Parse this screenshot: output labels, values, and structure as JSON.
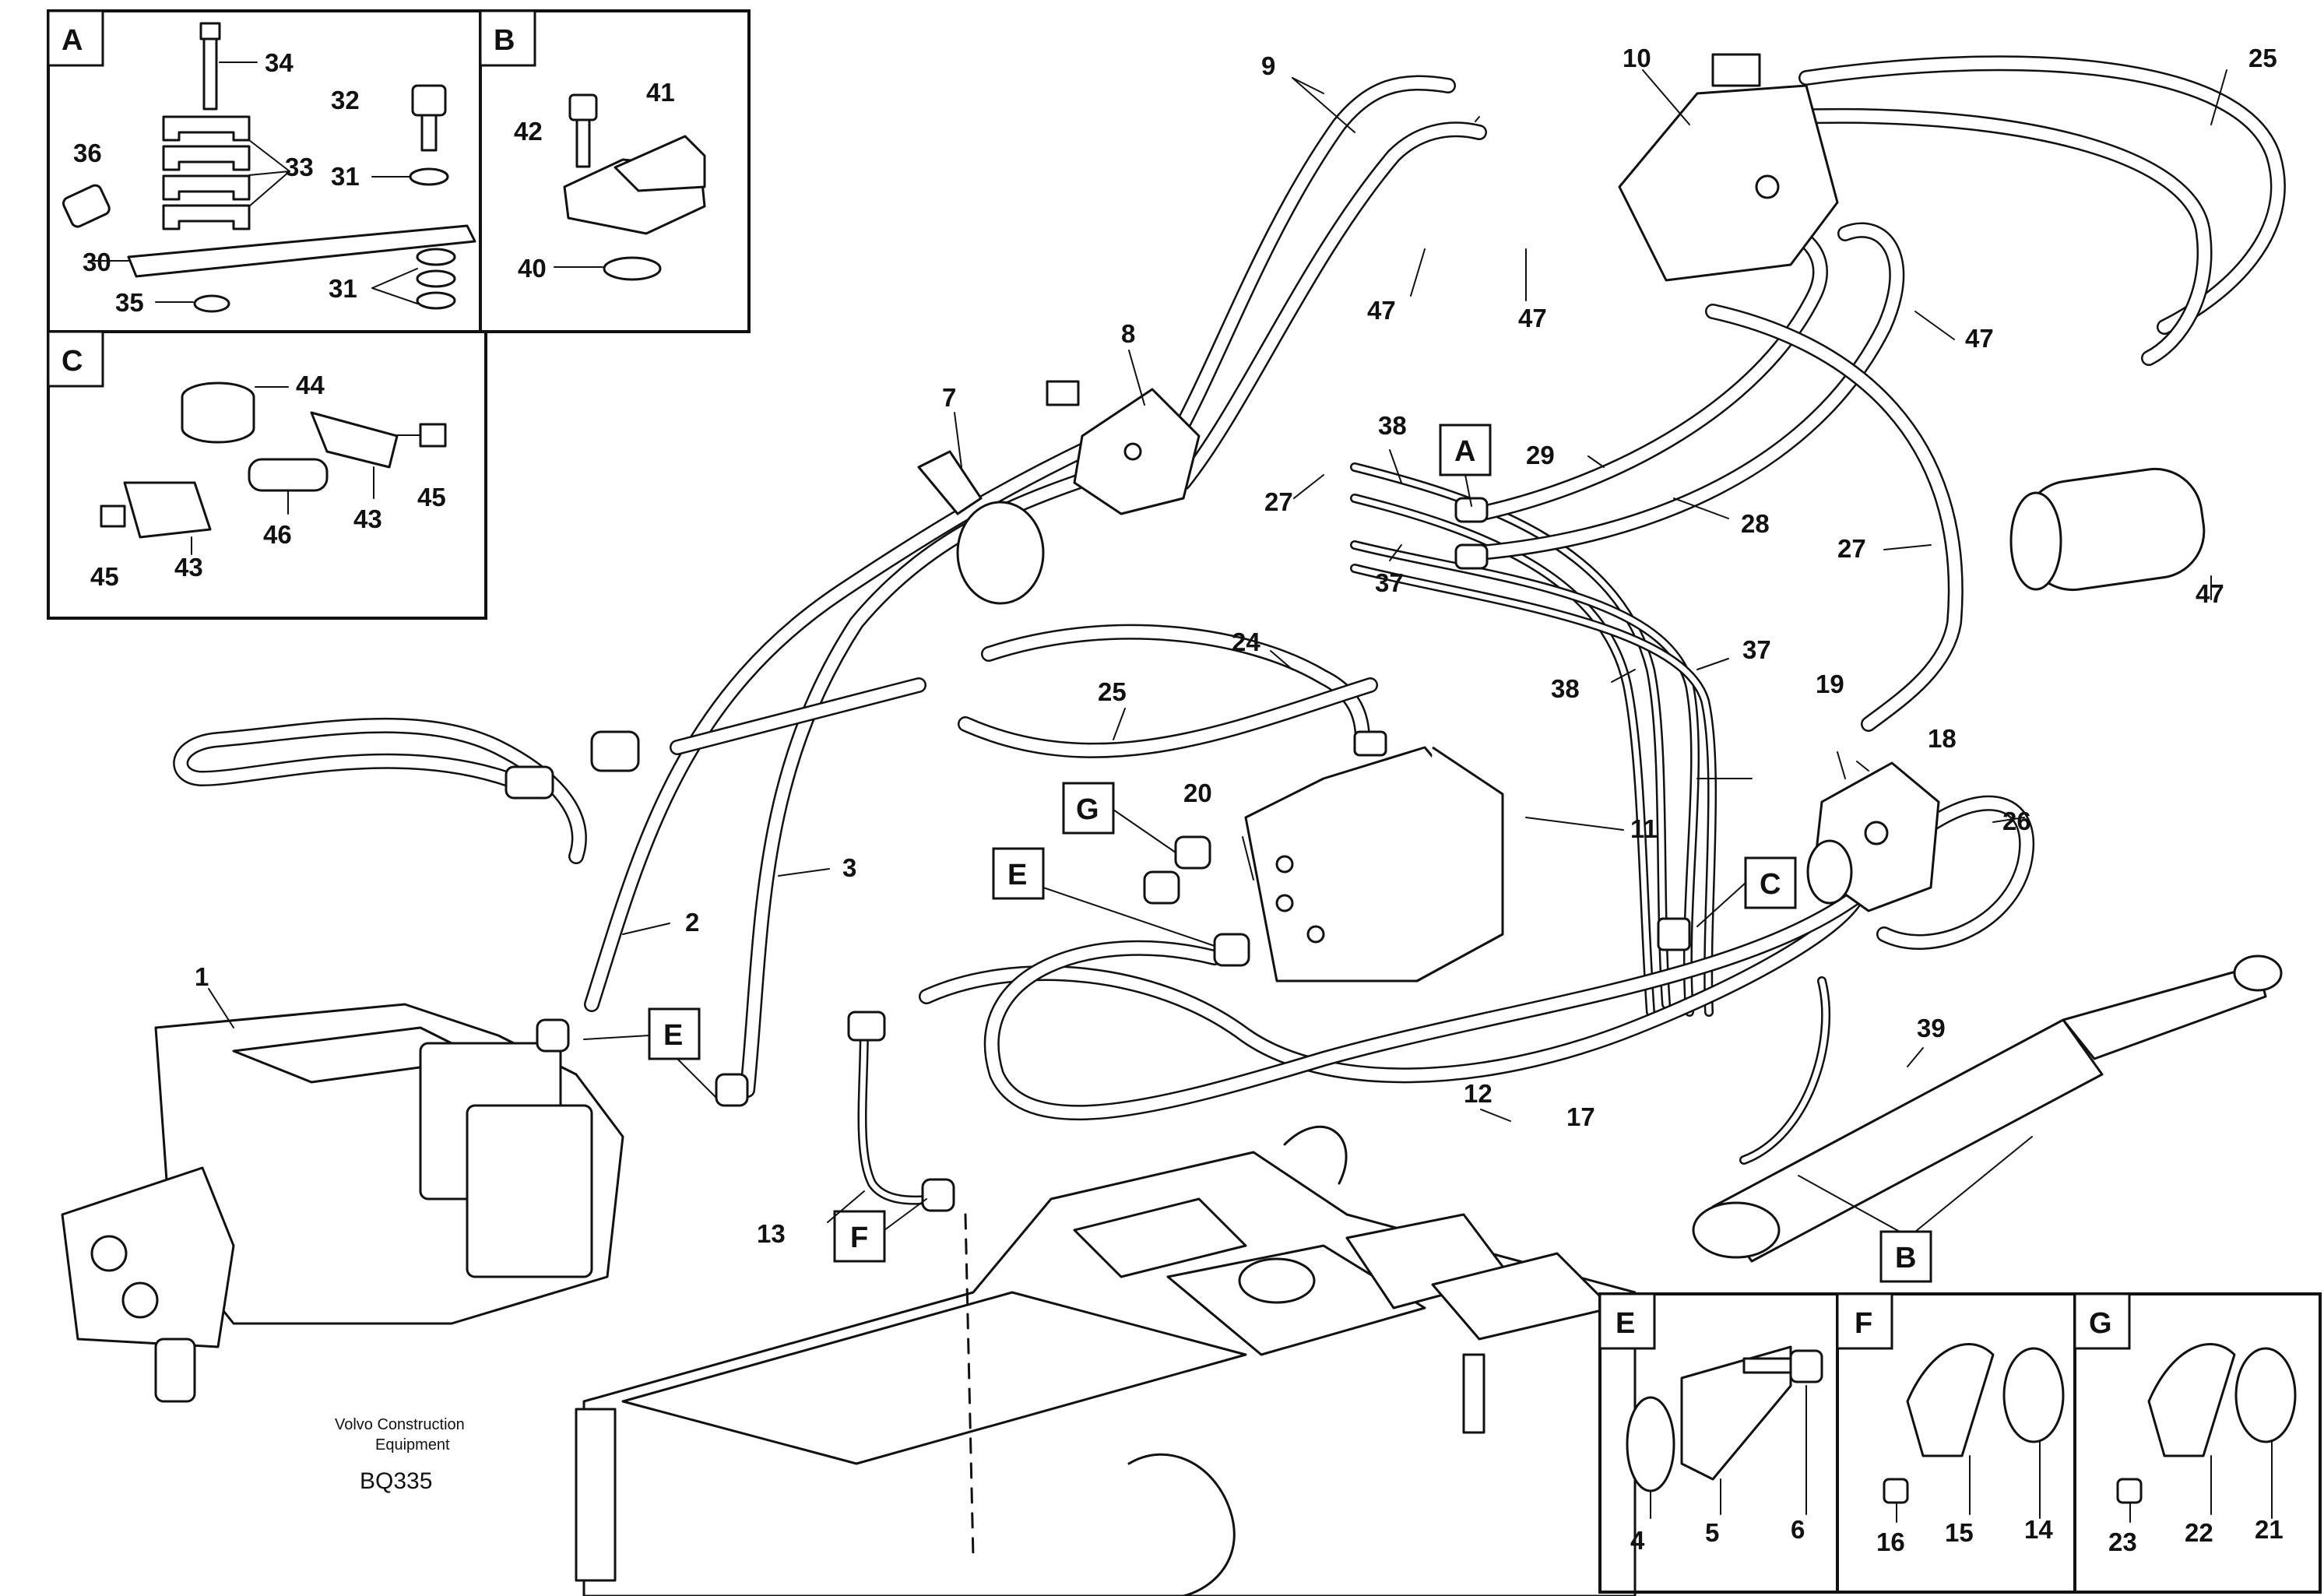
{
  "labels": {
    "l1": "1",
    "l2": "2",
    "l3": "3",
    "l4": "4",
    "l5": "5",
    "l6": "6",
    "l7": "7",
    "l8": "8",
    "l9": "9",
    "l10": "10",
    "l11": "11",
    "l12": "12",
    "l13": "13",
    "l14": "14",
    "l15": "15",
    "l16": "16",
    "l17": "17",
    "l18": "18",
    "l19": "19",
    "l20": "20",
    "l21": "21",
    "l22": "22",
    "l23": "23",
    "l24": "24",
    "l25a": "25",
    "l25b": "25",
    "l26": "26",
    "l27a": "27",
    "l27b": "27",
    "l28": "28",
    "l29": "29",
    "l30": "30",
    "l31a": "31",
    "l31b": "31",
    "l32": "32",
    "l33": "33",
    "l34": "34",
    "l35": "35",
    "l36": "36",
    "l37a": "37",
    "l37b": "37",
    "l38a": "38",
    "l38b": "38",
    "l39": "39",
    "l40": "40",
    "l41": "41",
    "l42": "42",
    "l43a": "43",
    "l43b": "43",
    "l44": "44",
    "l45a": "45",
    "l45b": "45",
    "l46": "46",
    "l47a": "47",
    "l47b": "47",
    "l47c": "47",
    "l47d": "47"
  },
  "callouts": {
    "A": "A",
    "B": "B",
    "C": "C",
    "E": "E",
    "F": "F",
    "G": "G",
    "inset_A": "A",
    "inset_B": "B",
    "inset_C": "C",
    "inset_E": "E",
    "inset_F": "F",
    "inset_G": "G"
  },
  "footer": {
    "brand_line1": "Volvo Construction",
    "brand_line2": "Equipment",
    "code": "BQ335"
  }
}
